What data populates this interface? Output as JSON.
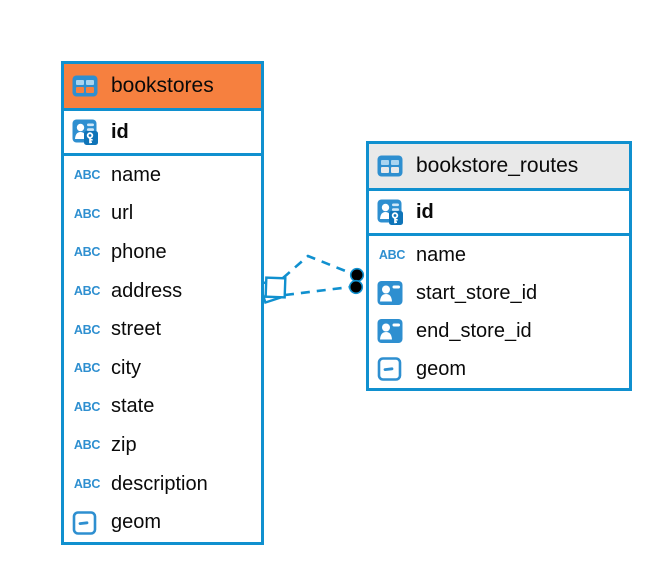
{
  "colors": {
    "table_border_blue": "#1090CF",
    "bookstores_header_orange": "#F6803F",
    "routes_header_gray": "#E9E9E9",
    "icon_blue": "#2E8FD0",
    "text": "#0A0A0A",
    "background": "#FFFFFF"
  },
  "icons": {
    "text_type_label": "ABC"
  },
  "tables": [
    {
      "title": "bookstores",
      "header_color": "#F6803F",
      "pk": {
        "name": "id",
        "type": "primary-key"
      },
      "columns": [
        {
          "name": "name",
          "type": "text"
        },
        {
          "name": "url",
          "type": "text"
        },
        {
          "name": "phone",
          "type": "text"
        },
        {
          "name": "address",
          "type": "text"
        },
        {
          "name": "street",
          "type": "text"
        },
        {
          "name": "city",
          "type": "text"
        },
        {
          "name": "state",
          "type": "text"
        },
        {
          "name": "zip",
          "type": "text"
        },
        {
          "name": "description",
          "type": "text"
        },
        {
          "name": "geom",
          "type": "geometry"
        }
      ]
    },
    {
      "title": "bookstore_routes",
      "header_color": "#E9E9E9",
      "pk": {
        "name": "id",
        "type": "primary-key"
      },
      "columns": [
        {
          "name": "name",
          "type": "text"
        },
        {
          "name": "start_store_id",
          "type": "reference"
        },
        {
          "name": "end_store_id",
          "type": "reference"
        },
        {
          "name": "geom",
          "type": "geometry"
        }
      ]
    }
  ],
  "relation": {
    "from_table": "bookstore_routes",
    "to_table": "bookstores",
    "links": 2,
    "line_style": "dashed",
    "line_color": "#1090CF",
    "left_endpoint": "stacked-diamonds",
    "right_endpoint": "stacked-black-dots"
  }
}
